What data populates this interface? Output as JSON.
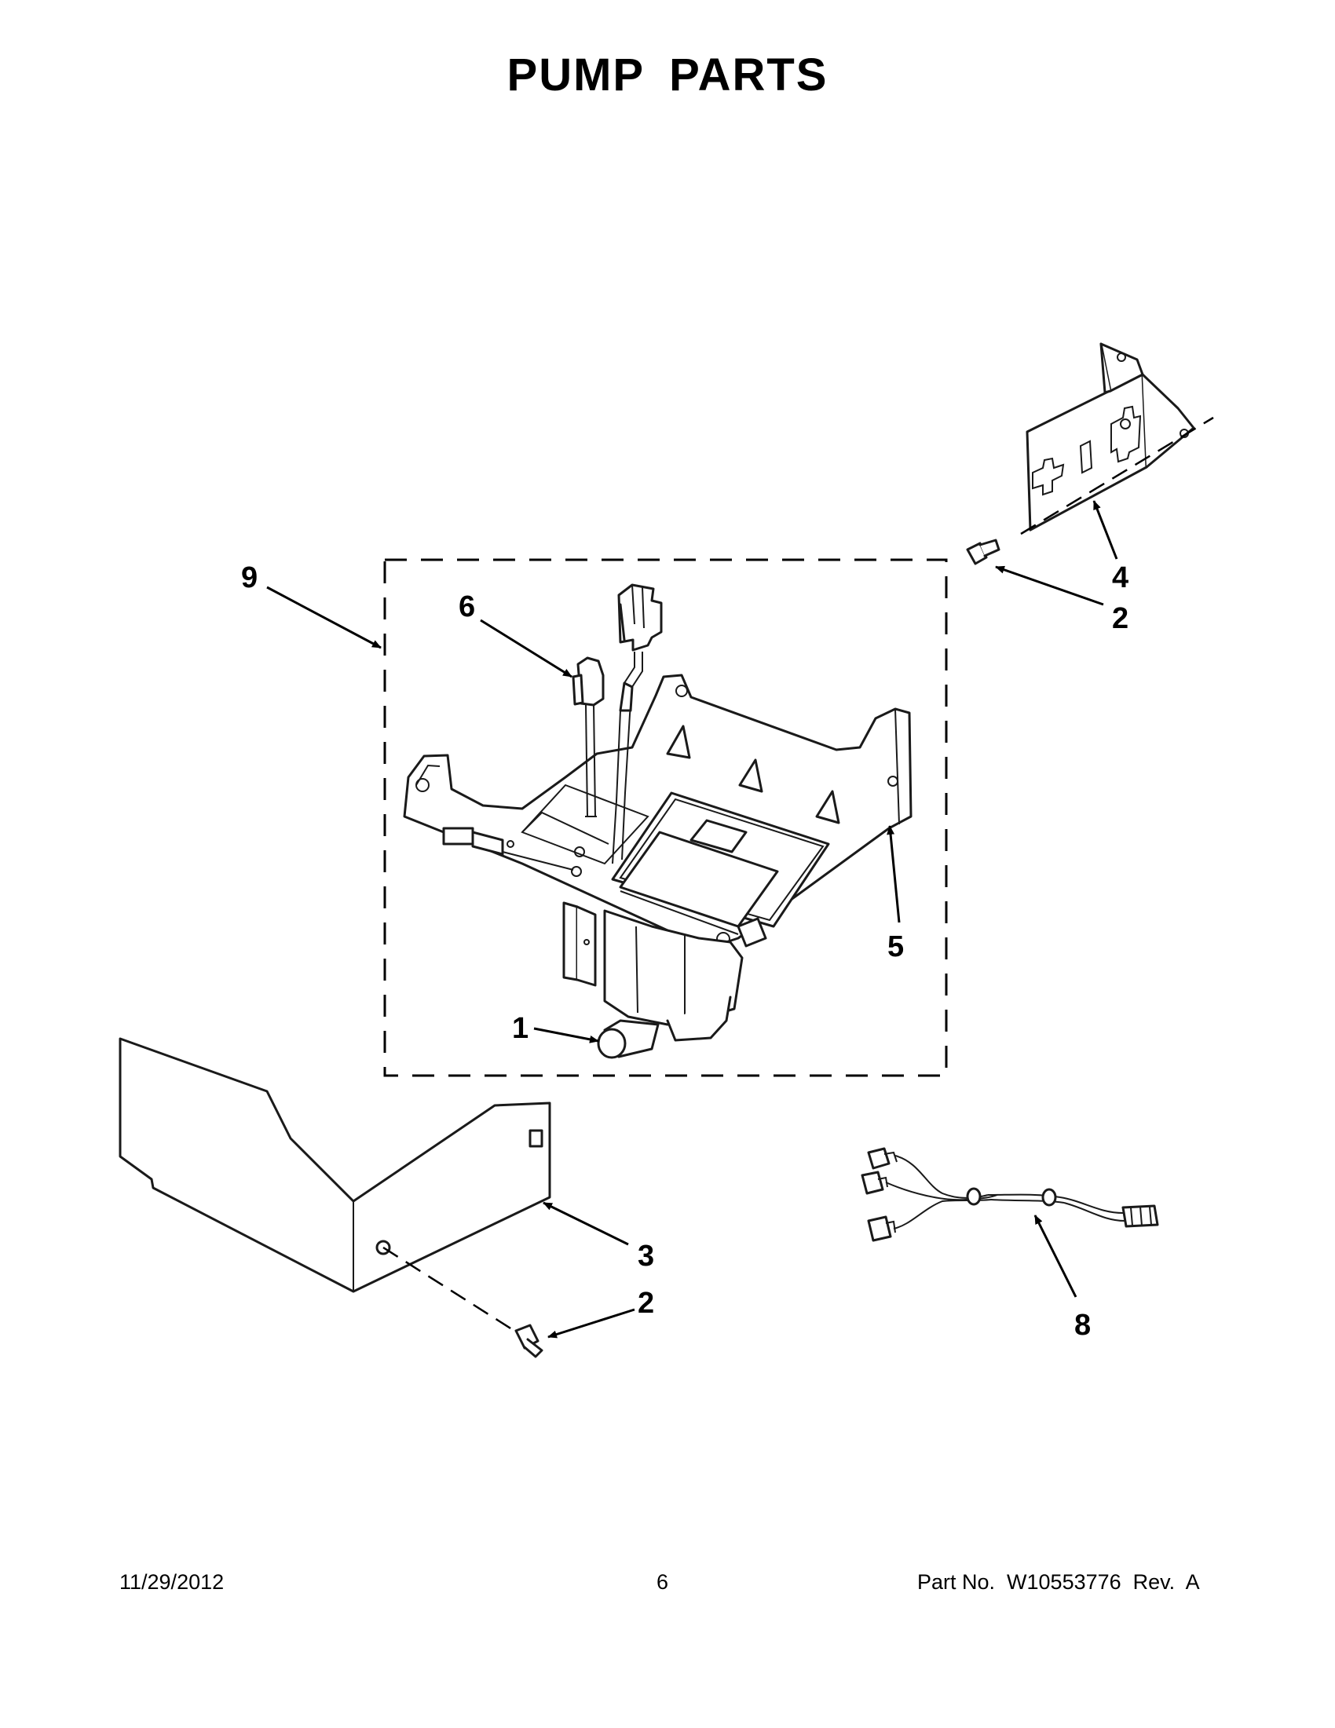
{
  "title": "PUMP PARTS",
  "callouts": {
    "c1": "1",
    "c2a": "2",
    "c2b": "2",
    "c3": "3",
    "c4": "4",
    "c5": "5",
    "c6": "6",
    "c8": "8",
    "c9": "9"
  },
  "footer": {
    "date": "11/29/2012",
    "page": "6",
    "part_number": "Part No.  W10553776  Rev.  A"
  }
}
